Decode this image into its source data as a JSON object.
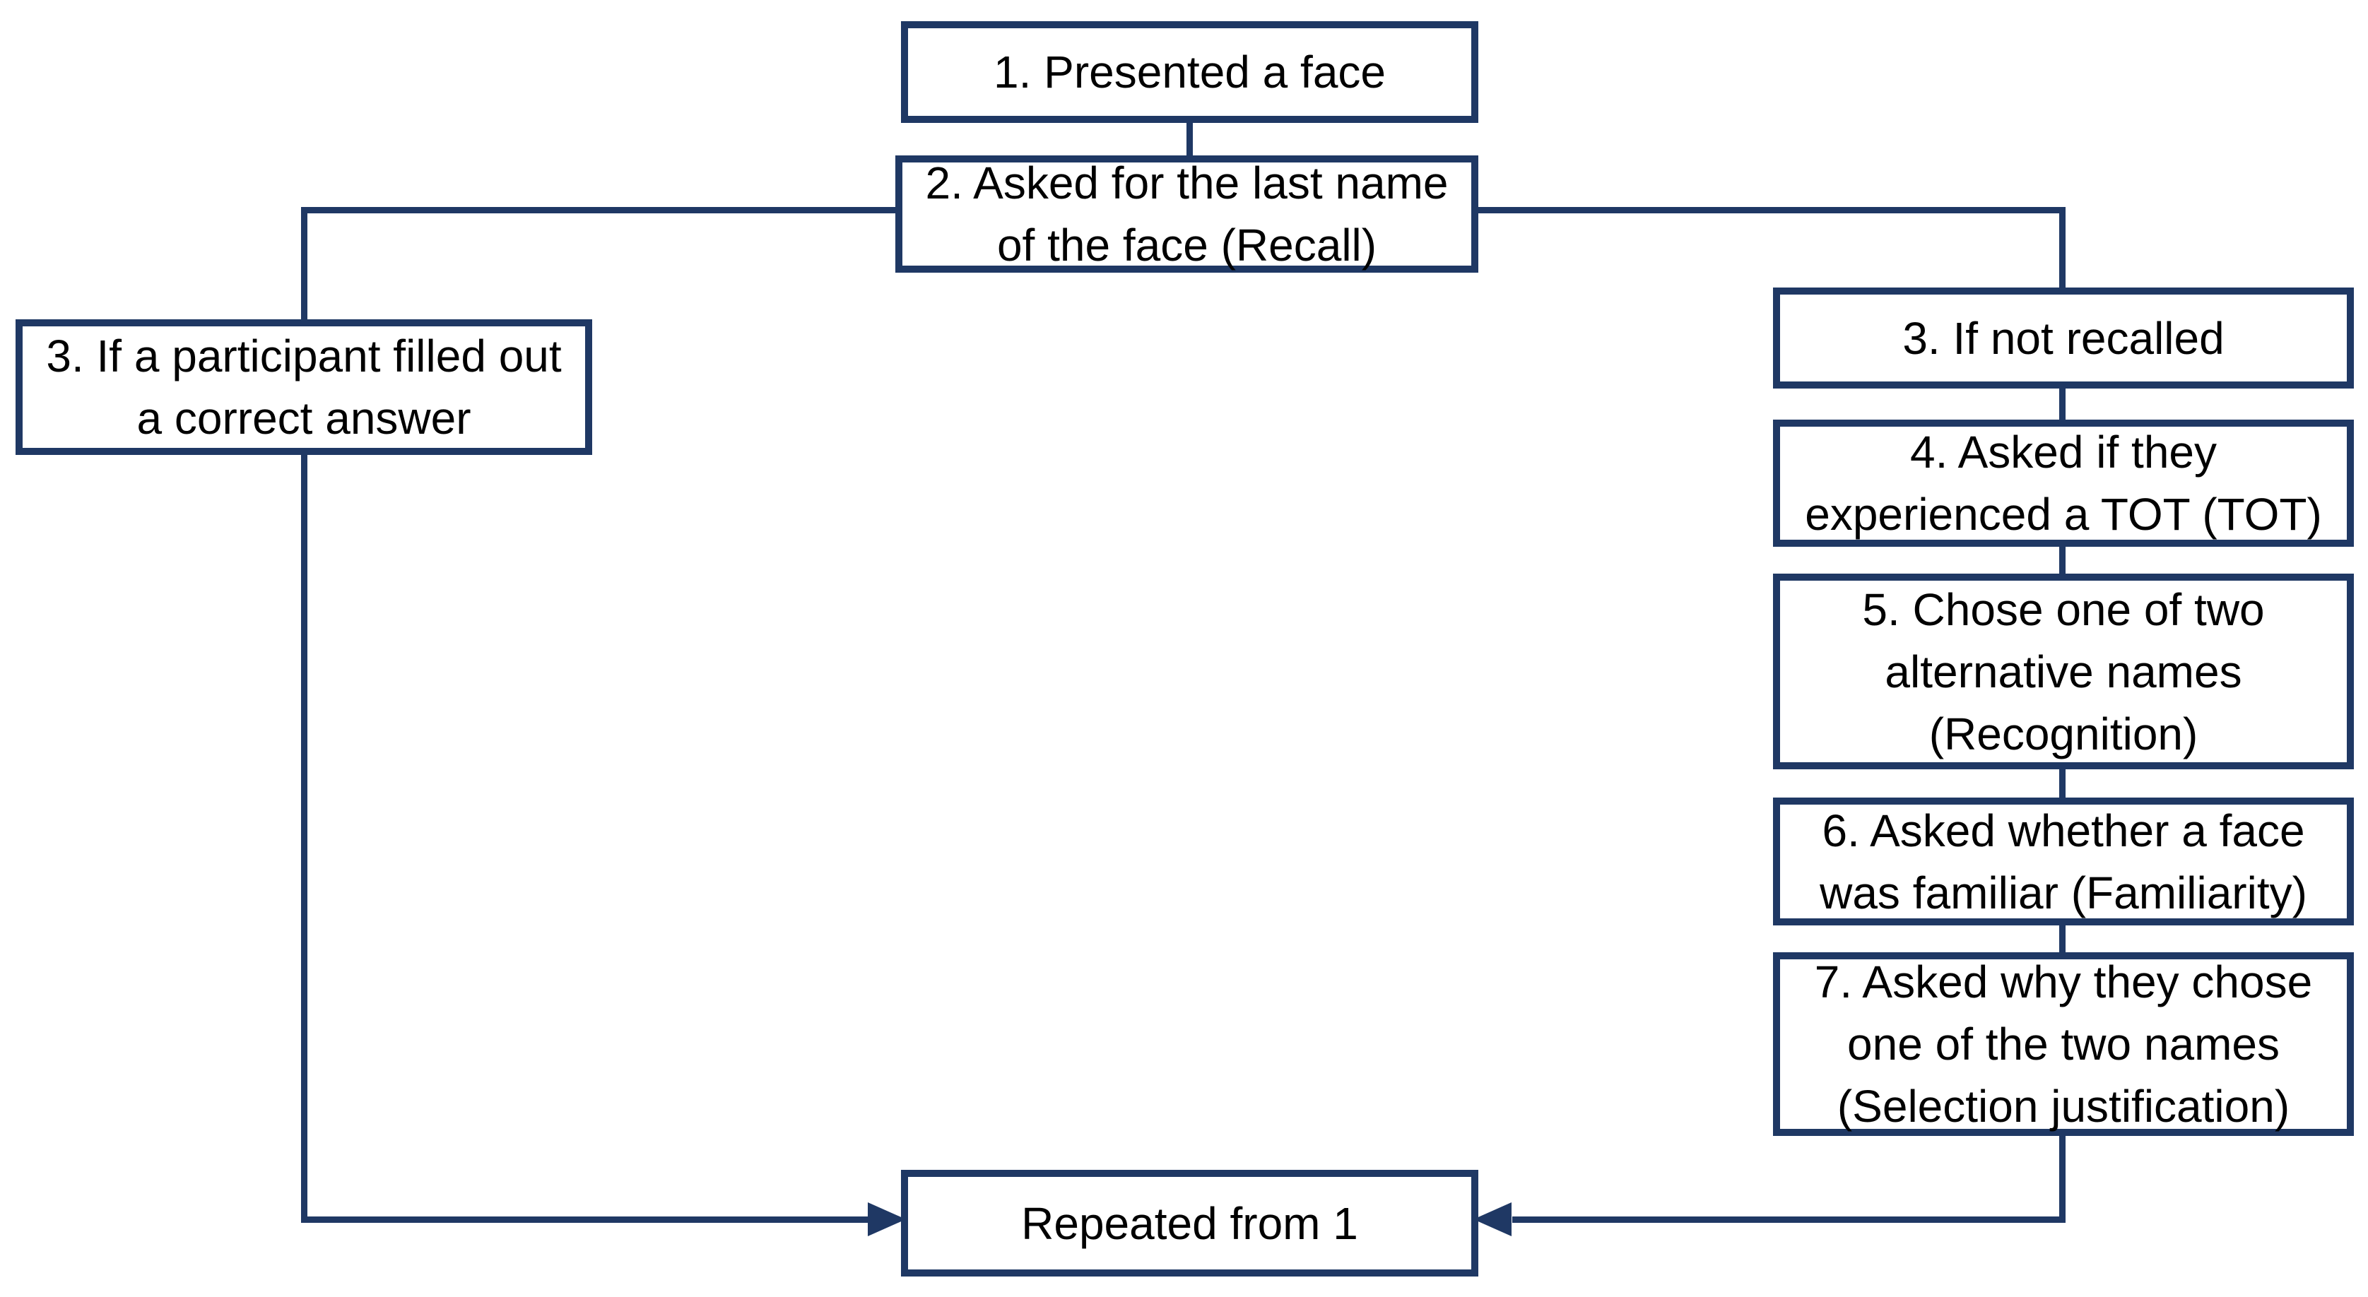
{
  "diagram": {
    "type": "flowchart",
    "colors": {
      "background": "#ffffff",
      "line": "#1f3864",
      "box_border": "#1f3864",
      "text": "#000000"
    },
    "nodes": {
      "step1": {
        "label": "1. Presented a face"
      },
      "step2": {
        "label": "2. Asked for the last name\nof the face (Recall)"
      },
      "left3": {
        "label": "3. If a participant filled out\na correct answer"
      },
      "right3": {
        "label": "3. If not recalled"
      },
      "right4": {
        "label": "4. Asked if they\nexperienced a TOT (TOT)"
      },
      "right5": {
        "label": "5. Chose one of two\nalternative names\n(Recognition)"
      },
      "right6": {
        "label": "6. Asked whether a face\nwas familiar (Familiarity)"
      },
      "right7": {
        "label": "7. Asked why they chose\none of the two names\n(Selection justification)"
      },
      "repeat": {
        "label": "Repeated from 1"
      }
    },
    "edges": [
      {
        "from": "step1",
        "to": "step2",
        "arrowhead": false
      },
      {
        "from": "step2",
        "to": "left3",
        "arrowhead": false
      },
      {
        "from": "step2",
        "to": "right3",
        "arrowhead": false
      },
      {
        "from": "right3",
        "to": "right4",
        "arrowhead": false
      },
      {
        "from": "right4",
        "to": "right5",
        "arrowhead": false
      },
      {
        "from": "right5",
        "to": "right6",
        "arrowhead": false
      },
      {
        "from": "right6",
        "to": "right7",
        "arrowhead": false
      },
      {
        "from": "left3",
        "to": "repeat",
        "arrowhead": true
      },
      {
        "from": "right7",
        "to": "repeat",
        "arrowhead": true
      }
    ]
  }
}
